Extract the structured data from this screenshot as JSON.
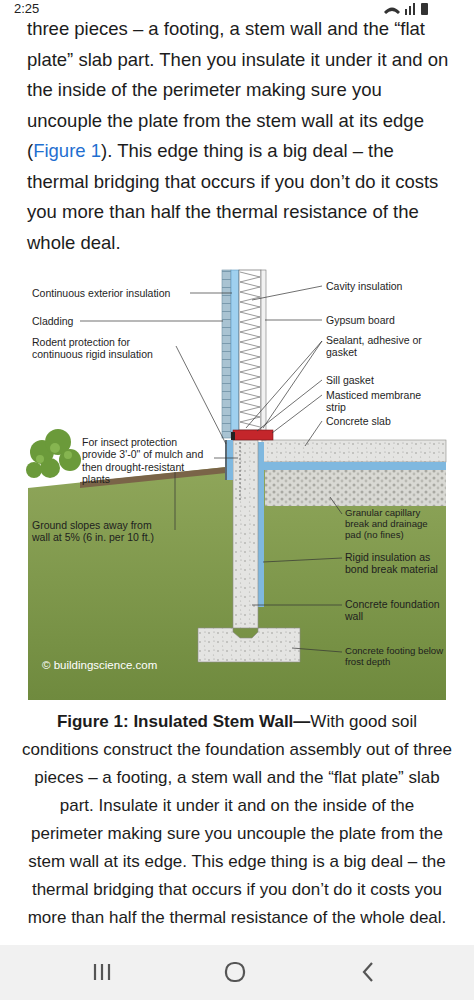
{
  "diagram": {
    "caption": "Figure 1: Insulated Stem Wall—",
    "labels": [
      "2:25",
      "three pieces – a footing, a stem wall and the “flat plate” slab part. Then you insulate it under it and on the inside of the perimeter making sure you uncouple the plate from the stem wall at its edge (",
      "Figure 1",
      "). This edge thing is a big deal – the thermal bridging that occurs if you don’t do it costs you more than half the thermal resistance of the whole deal.",
      "Continuous exterior insulation",
      "Cladding",
      "Rodent protection for continuous rigid insulation",
      "For insect protection provide 3'-0\" of mulch and then drought-resistant plants",
      "Ground slopes away from wall at 5% (6 in. per 10 ft.)",
      "© buildingscience.com",
      "Cavity insulation",
      "Gypsum board",
      "Sealant, adhesive or gasket",
      "Sill gasket",
      "Masticed membrane strip",
      "Concrete slab",
      "Granular capillary break and drainage pad (no fines)",
      "Rigid insulation as bond break material",
      "Concrete foundation wall",
      "Concrete footing below frost depth",
      "With good soil conditions construct the foundation assembly out of three pieces – a footing, a stem wall and the “flat plate” slab part. Insulate it under it and on the inside of the perimeter making sure you uncouple the plate from the stem wall at its edge. This edge thing is a big deal – the thermal bridging that occurs if you don’t do it costs you more than half the thermal resistance of the whole deal."
    ]
  }
}
